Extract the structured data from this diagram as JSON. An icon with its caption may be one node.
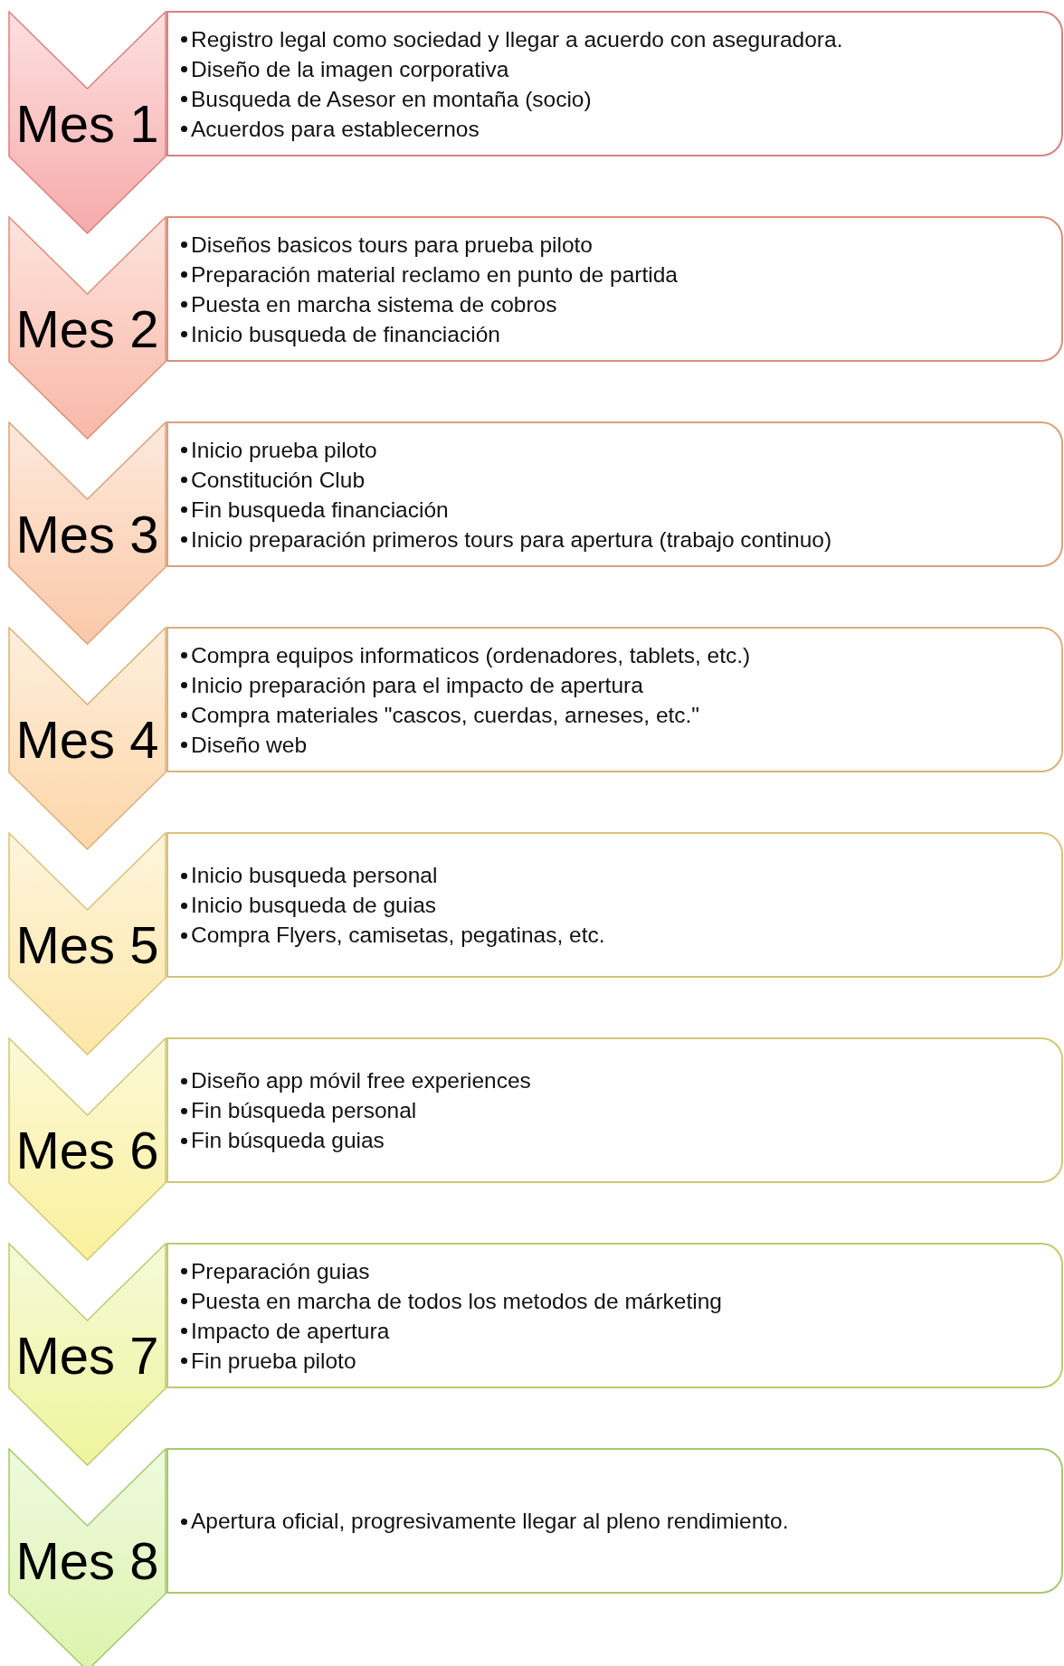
{
  "diagram": {
    "nodes": [
      {
        "text": [
          "Mes 1"
        ]
      },
      {
        "text": [
          "Registro legal como sociedad y llegar a acuerdo con aseguradora.",
          "Diseño de la imagen corporativa",
          "Busqueda de Asesor en montaña (socio)",
          "Acuerdos para establecernos"
        ]
      },
      {
        "text": [
          "Mes 2"
        ]
      },
      {
        "text": [
          "Diseños basicos tours para prueba piloto",
          "Preparación material reclamo en punto de partida",
          "Puesta en marcha sistema de cobros",
          "Inicio busqueda de financiación"
        ]
      },
      {
        "text": [
          "Mes 3"
        ]
      },
      {
        "text": [
          "Inicio prueba piloto",
          "Constitución Club",
          "Fin busqueda financiación",
          "Inicio preparación primeros tours para apertura (trabajo continuo)"
        ]
      },
      {
        "text": [
          "Mes 4"
        ]
      },
      {
        "text": [
          "Compra equipos informaticos (ordenadores, tablets, etc.)",
          "Inicio preparación para el impacto de apertura",
          "Compra materiales \"cascos, cuerdas, arneses, etc.\"",
          "Diseño web"
        ]
      },
      {
        "text": [
          "Mes 5"
        ]
      },
      {
        "text": [
          "Inicio busqueda personal",
          "Inicio busqueda de guias",
          "Compra Flyers, camisetas, pegatinas, etc."
        ]
      },
      {
        "text": [
          "Mes 6"
        ]
      },
      {
        "text": [
          "Diseño app móvil free experiences",
          "Fin búsqueda personal",
          "Fin búsqueda guias"
        ]
      },
      {
        "text": [
          "Mes 7"
        ]
      },
      {
        "text": [
          "Preparación guias",
          "Puesta en marcha de todos los metodos de márketing",
          "Impacto de apertura",
          "Fin prueba piloto"
        ]
      },
      {
        "text": [
          "Mes 8"
        ]
      },
      {
        "text": [
          "Apertura oficial, progresivamente llegar al pleno rendimiento."
        ]
      }
    ]
  }
}
